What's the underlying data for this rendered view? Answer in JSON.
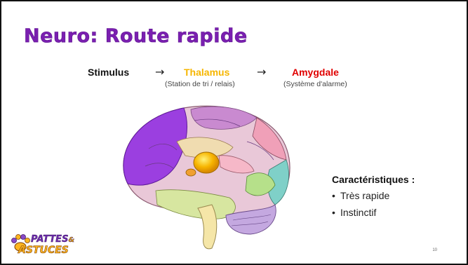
{
  "slide": {
    "title": "Neuro: Route rapide",
    "page_number": "10"
  },
  "flow": {
    "stimulus": "Stimulus",
    "thalamus": "Thalamus",
    "thalamus_sub": "(Station de tri / relais)",
    "amygdale": "Amygdale",
    "amygdale_sub": "(Système d'alarme)",
    "arrow": "→"
  },
  "features": {
    "heading": "Caractéristiques :",
    "items": [
      "Très rapide",
      "Instinctif"
    ],
    "bullet": "•"
  },
  "logo": {
    "line1": "PATTES",
    "amp": "&",
    "line2": "ASTUCES"
  },
  "colors": {
    "title": "#7a1fb0",
    "thalamus": "#f6b600",
    "amygdale": "#e00000",
    "brain_frontal": "#9b3fe0"
  }
}
